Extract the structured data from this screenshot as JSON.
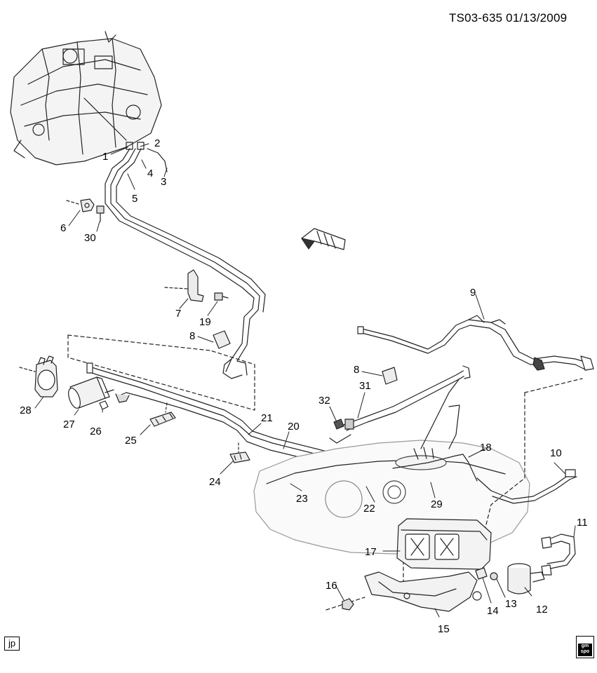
{
  "header": {
    "code": "TS03-635  01/13/2009"
  },
  "corner_tag": "jp",
  "logo": {
    "text_top": "gm",
    "text_bottom": "spo"
  },
  "callouts": [
    "1",
    "2",
    "3",
    "4",
    "5",
    "6",
    "7",
    "8",
    "9",
    "10",
    "11",
    "12",
    "13",
    "14",
    "15",
    "16",
    "17",
    "18",
    "19",
    "20",
    "21",
    "22",
    "23",
    "24",
    "25",
    "26",
    "27",
    "28",
    "29",
    "30",
    "31",
    "32",
    "8"
  ]
}
